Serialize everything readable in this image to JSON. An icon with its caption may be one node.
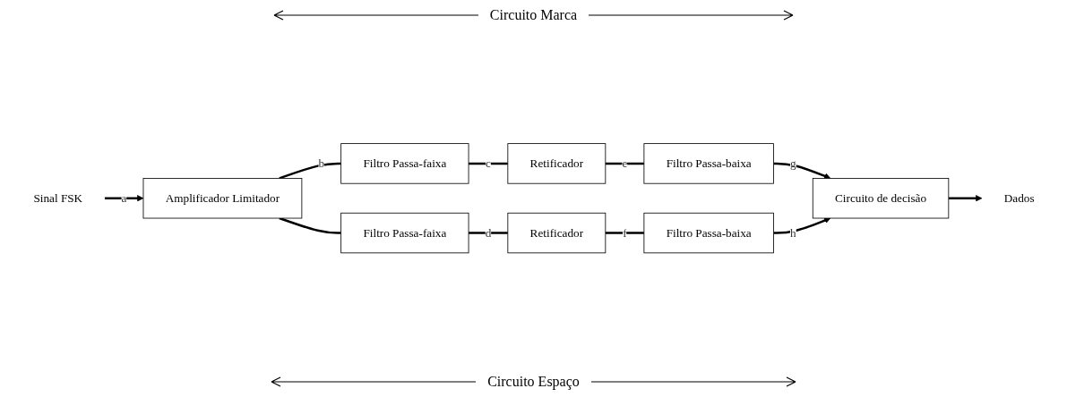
{
  "diagram": {
    "nodes": [
      {
        "text": [
          "Sinal FSK"
        ]
      },
      {
        "text": [
          "Amplificador Limitador"
        ]
      },
      {
        "text": [
          "Filtro Passa-faixa"
        ]
      },
      {
        "text": [
          "Retificador"
        ]
      },
      {
        "text": [
          "Filtro Passa-baixa"
        ]
      },
      {
        "text": [
          "Filtro Passa-faixa"
        ]
      },
      {
        "text": [
          "Retificador"
        ]
      },
      {
        "text": [
          "Filtro Passa-baixa"
        ]
      },
      {
        "text": [
          "Circuito de decisão"
        ]
      },
      {
        "text": [
          "Dados"
        ]
      }
    ],
    "edges": [
      {
        "from": 0,
        "to": 1,
        "arrow": "to",
        "label": "a"
      },
      {
        "from": 1,
        "to": 2,
        "arrow": "none",
        "label": "b"
      },
      {
        "from": 1,
        "to": 5,
        "arrow": "none"
      },
      {
        "from": 2,
        "to": 3,
        "arrow": "none",
        "label": "c"
      },
      {
        "from": 3,
        "to": 4,
        "arrow": "none",
        "label": "e"
      },
      {
        "from": 4,
        "to": 8,
        "arrow": "to",
        "label": "g"
      },
      {
        "from": 5,
        "to": 6,
        "arrow": "none",
        "label": "d"
      },
      {
        "from": 6,
        "to": 7,
        "arrow": "none",
        "label": "f"
      },
      {
        "from": 7,
        "to": 8,
        "arrow": "to",
        "label": "h"
      },
      {
        "from": 8,
        "to": 9,
        "arrow": "to"
      }
    ],
    "labels": [
      "Circuito Marca",
      "Circuito Espaço"
    ]
  }
}
